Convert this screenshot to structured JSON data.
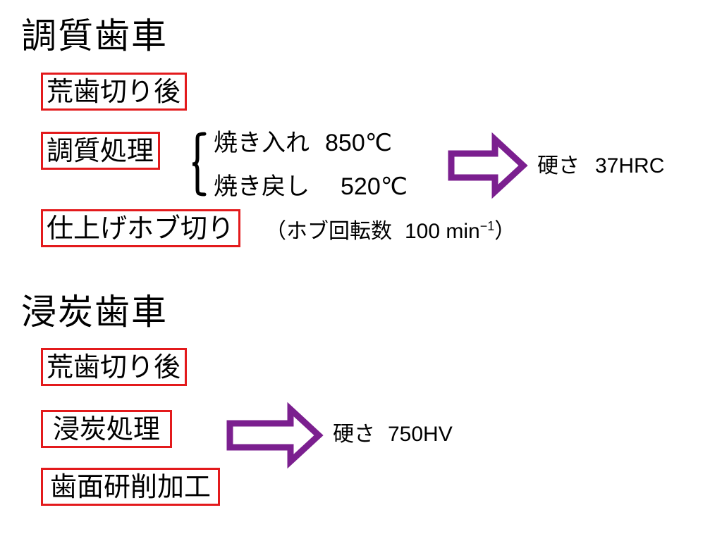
{
  "colors": {
    "step_border": "#e31a1c",
    "arrow": "#7b1f8f",
    "text": "#000000"
  },
  "section1": {
    "title": "調質歯車",
    "step1": "荒歯切り後",
    "step2": "調質処理",
    "quench_label": "焼き入れ",
    "quench_temp": "850℃",
    "temper_label": "焼き戻し",
    "temper_temp": "520℃",
    "hardness_label": "硬さ",
    "hardness_value": "37HRC",
    "step3": "仕上げホブ切り",
    "hob_note_open": "（ホブ回転数",
    "hob_note_value": "100 min",
    "hob_note_exp": "−1",
    "hob_note_close": "）"
  },
  "section2": {
    "title": "浸炭歯車",
    "step1": "荒歯切り後",
    "step2": "浸炭処理",
    "hardness_label": "硬さ",
    "hardness_value": "750HV",
    "step3": "歯面研削加工"
  },
  "icons": {
    "arrow1": "hollow-right-arrow-icon",
    "arrow2": "hollow-right-arrow-icon",
    "brace": "left-brace-icon"
  }
}
